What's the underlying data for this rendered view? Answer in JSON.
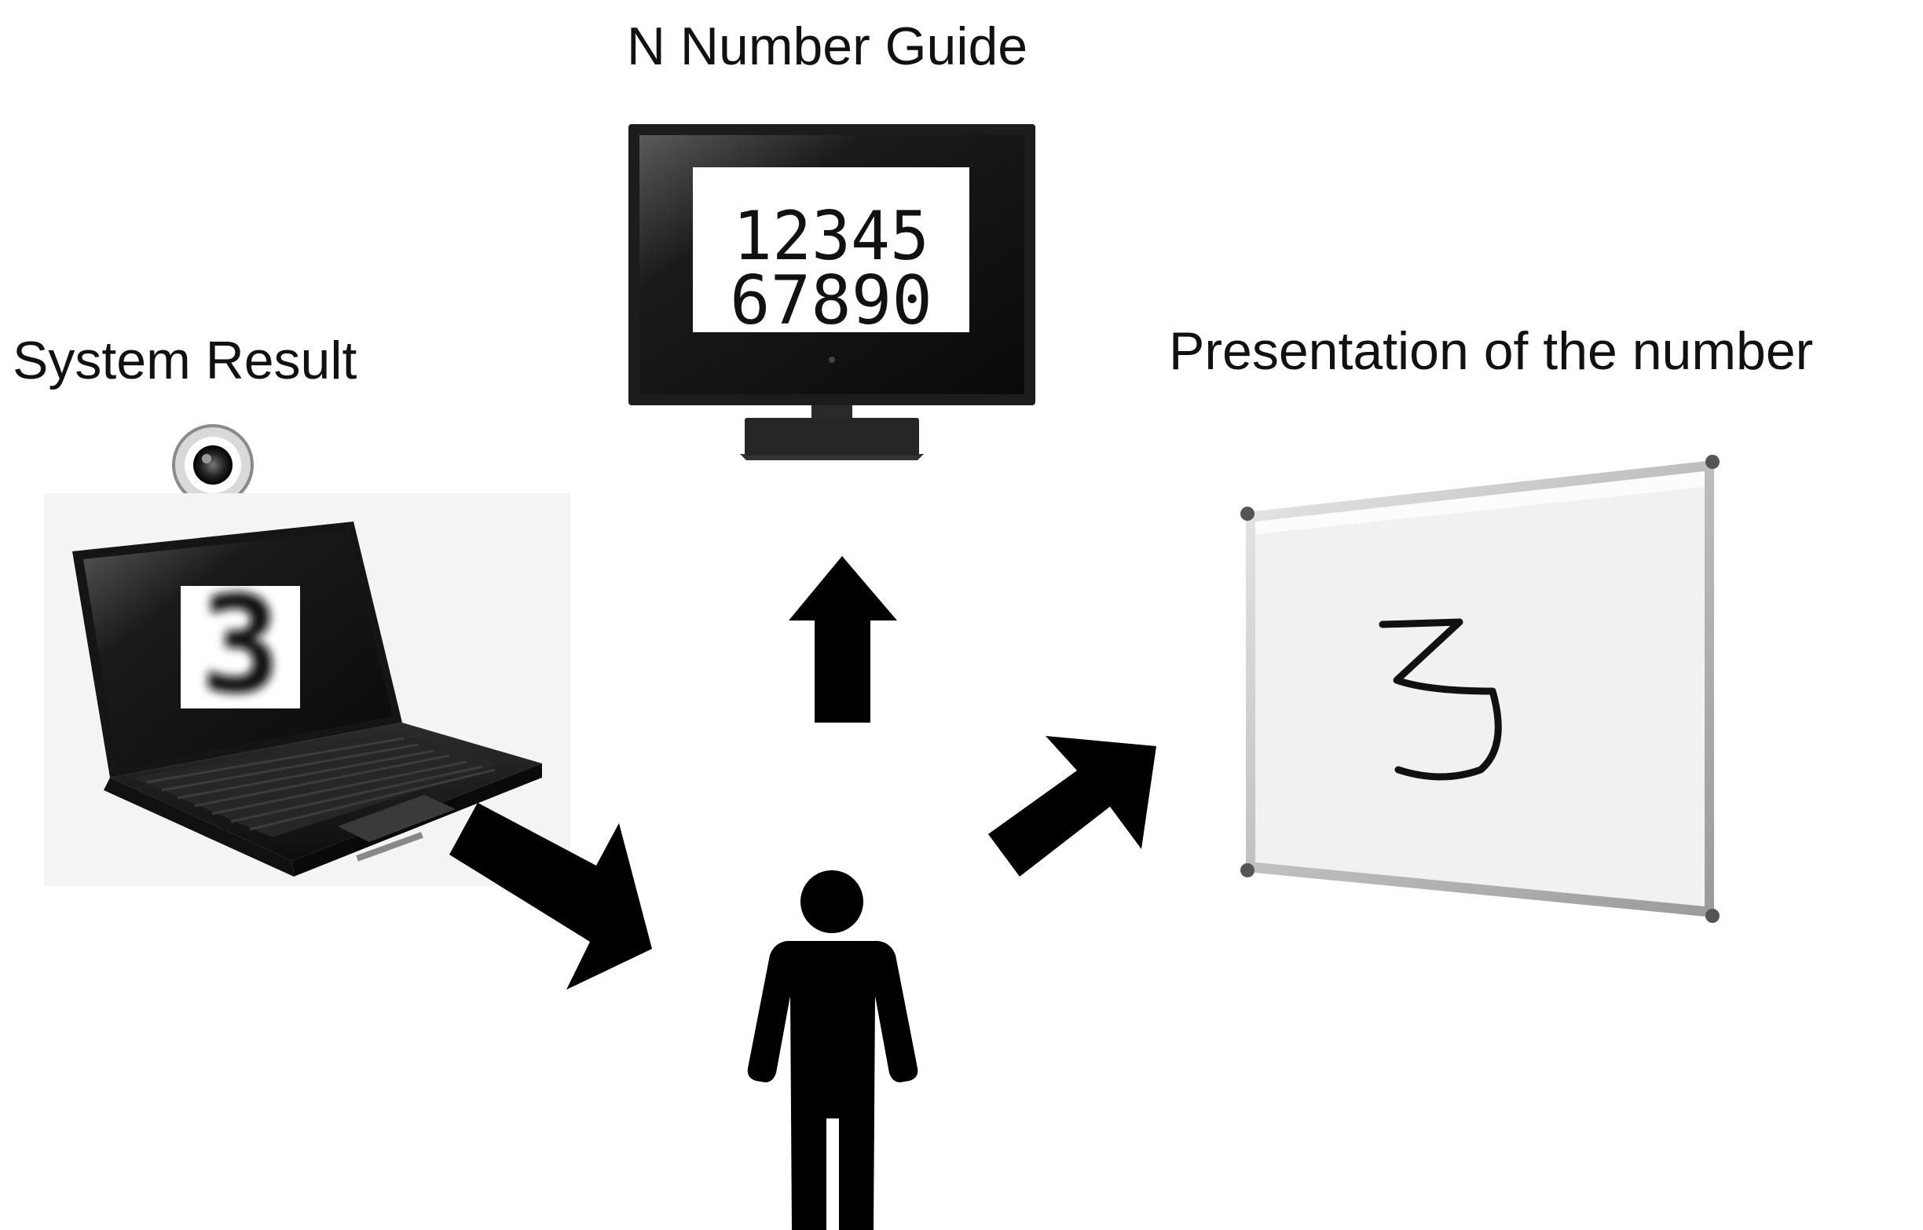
{
  "labels": {
    "top": "N Number Guide",
    "left": "System Result",
    "right": "Presentation of the number"
  },
  "monitor": {
    "digits_row_1": "12345",
    "digits_row_2": "67890"
  },
  "laptop": {
    "screen_digit": "3"
  },
  "whiteboard": {
    "handwritten_digit": "3"
  },
  "icons": {
    "monitor": "monitor-icon",
    "laptop": "laptop-icon",
    "webcam": "webcam-icon",
    "whiteboard": "whiteboard-icon",
    "person": "person-icon",
    "arrow": "arrow-icon"
  },
  "colors": {
    "arrow": "#000000",
    "person": "#000000",
    "background": "#ffffff"
  }
}
